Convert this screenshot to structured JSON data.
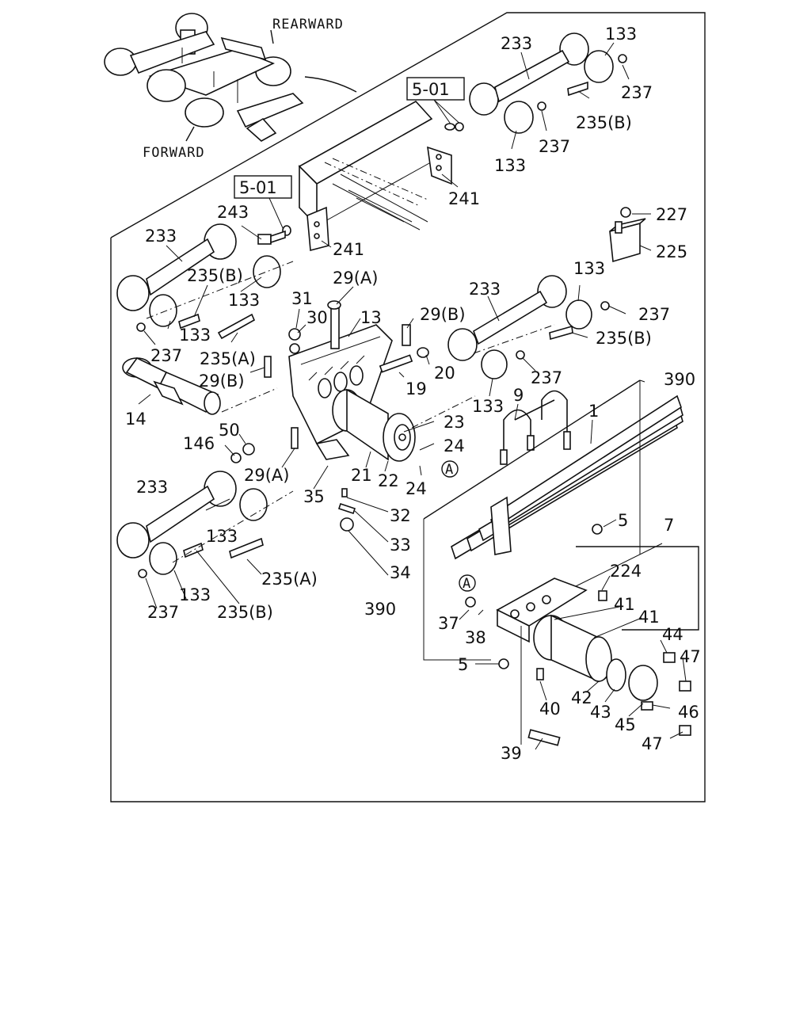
{
  "orientation": {
    "rearward": "REARWARD",
    "forward": "FORWARD"
  },
  "refs": {
    "ref_top": "5-01",
    "ref_left": "5-01"
  },
  "circle_markers": {
    "a_right": "A",
    "a_lower": "A"
  },
  "labels": {
    "l233_top": "233",
    "l133_top": "133",
    "l237_top": "237",
    "l235b_top": "235(B)",
    "l237_top2": "237",
    "l133_top2": "133",
    "l241_top": "241",
    "l243": "243",
    "l241_left": "241",
    "l227": "227",
    "l225": "225",
    "l233_upleft": "233",
    "l235b_upleft": "235(B)",
    "l133_upleft": "133",
    "l133_upleft2": "133",
    "l237_upleft": "237",
    "l235a_upleft": "235(A)",
    "l29a_top": "29(A)",
    "l31": "31",
    "l30": "30",
    "l13": "13",
    "l29b_right": "29(B)",
    "l29b_left": "29(B)",
    "l20": "20",
    "l19": "19",
    "l14": "14",
    "l233_mid": "233",
    "l133_mid": "133",
    "l237_mid": "237",
    "l235b_mid": "235(B)",
    "l237_mid2": "237",
    "l133_mid2": "133",
    "l390_top": "390",
    "l9": "9",
    "l1": "1",
    "l23": "23",
    "l24_a": "24",
    "l24_b": "24",
    "l21": "21",
    "l22": "22",
    "l50": "50",
    "l146": "146",
    "l29a_low": "29(A)",
    "l35": "35",
    "l32": "32",
    "l33": "33",
    "l34": "34",
    "l233_low": "233",
    "l133_low": "133",
    "l133_low2": "133",
    "l237_low": "237",
    "l235b_low": "235(B)",
    "l235a_low": "235(A)",
    "l5_top": "5",
    "l7": "7",
    "l224": "224",
    "l41_a": "41",
    "l41_b": "41",
    "l390_low": "390",
    "l37": "37",
    "l38": "38",
    "l44": "44",
    "l47_a": "47",
    "l5_low": "5",
    "l40": "40",
    "l42": "42",
    "l43": "43",
    "l45": "45",
    "l46": "46",
    "l47_b": "47",
    "l39": "39"
  }
}
